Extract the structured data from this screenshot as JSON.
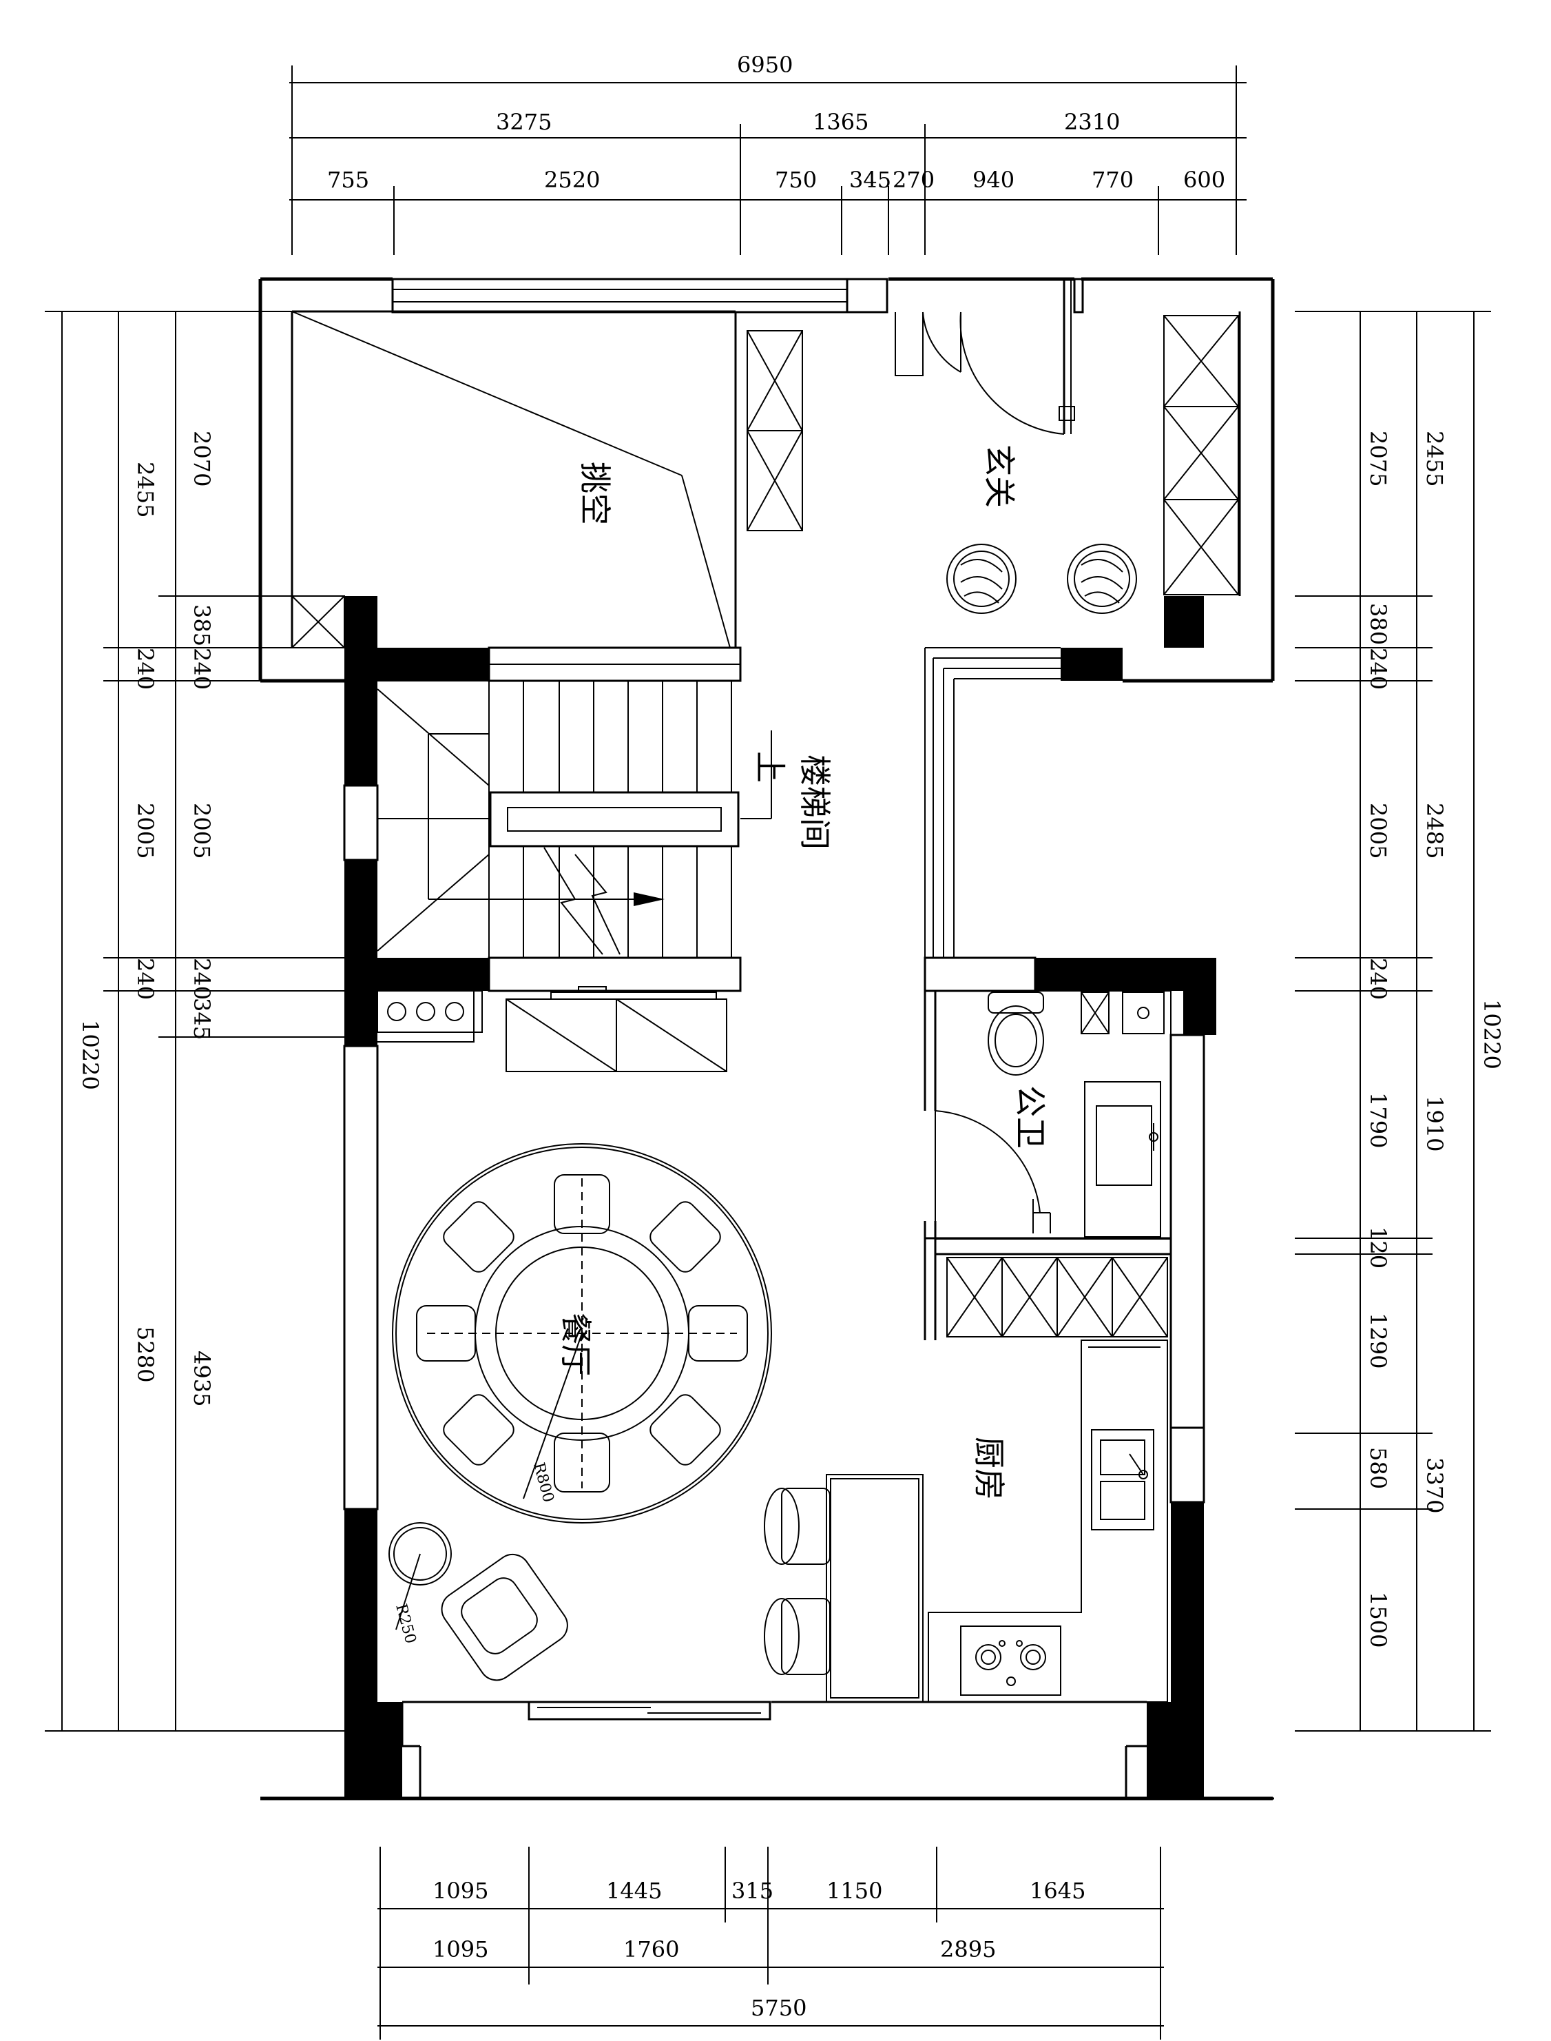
{
  "rooms": {
    "void": "挑空",
    "entrance": "玄关",
    "stairwell": "楼梯间",
    "stair_up": "上",
    "bathroom": "公卫",
    "dining": "餐厅",
    "kitchen": "厨房"
  },
  "annotations": {
    "table_radius": "R800",
    "side_table_radius": "R250"
  },
  "dimensions": {
    "top_total": "6950",
    "top_mid": [
      "3275",
      "1365",
      "2310"
    ],
    "top_detail": [
      "755",
      "2520",
      "750",
      "345",
      "270",
      "940",
      "770",
      "600"
    ],
    "left_outer_total": "10220",
    "left_mid": [
      "2455",
      "240",
      "2005",
      "240",
      "5280"
    ],
    "left_inner": [
      "2070",
      "385",
      "240",
      "2005",
      "240",
      "345",
      "4935"
    ],
    "right_inner": [
      "2075",
      "380",
      "240",
      "2005",
      "240",
      "1790",
      "120",
      "1290",
      "580",
      "1500"
    ],
    "right_mid": [
      "2455",
      "2485",
      "1910",
      "3370"
    ],
    "right_outer_total": "10220",
    "bottom_detail": [
      "1095",
      "1445",
      "315",
      "1150",
      "1645"
    ],
    "bottom_mid": [
      "1095",
      "1760",
      "2895"
    ],
    "bottom_total": "5750"
  }
}
